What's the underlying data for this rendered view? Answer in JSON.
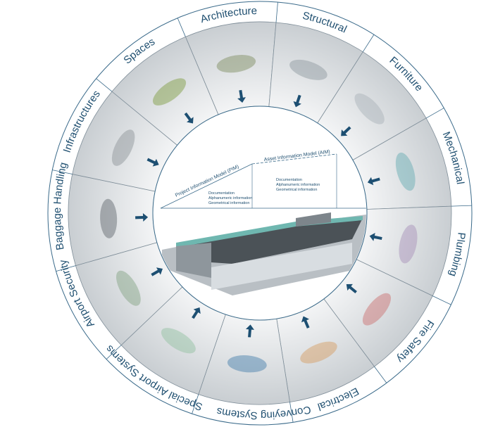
{
  "disciplines": [
    "Architecture",
    "Structural",
    "Furniture",
    "Mechanical",
    "Plumbing",
    "Fire Safety",
    "Electrical",
    "Conveying Systems",
    "Special Airport Systems",
    "Airport Security",
    "Baggage Handling",
    "Infrastructures",
    "Spaces"
  ],
  "center": {
    "pim_label": "Project Information Model (PIM)",
    "aim_label": "Asset Information Model (AIM)",
    "pim_items": [
      "Documentation",
      "Alphanumeric information",
      "Geometrical information"
    ],
    "aim_items": [
      "Documentation",
      "Alphanumeric information",
      "Geometrical information"
    ]
  },
  "colors": {
    "label": "#1f4f70",
    "arrow": "#1d4f72",
    "ring_line": "#3a6a8a"
  },
  "icons": {
    "arrow": "arrow-inward-icon"
  }
}
